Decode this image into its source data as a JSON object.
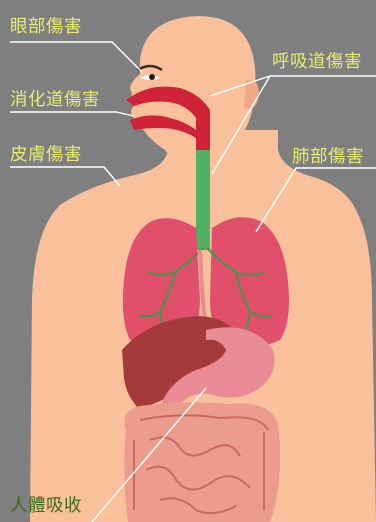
{
  "labels": {
    "eye": "眼部傷害",
    "digestive": "消化道傷害",
    "skin": "皮膚傷害",
    "respiratory": "呼吸道傷害",
    "lung": "肺部傷害",
    "absorption": "人體吸收"
  },
  "colors": {
    "background": "#807f7f",
    "skin": "#f9c09c",
    "label_text": "#e8ec6e",
    "absorb_text": "#3c6b1b",
    "airway": "#cf2338",
    "trachea": "#52b062",
    "lung": "#e0506b",
    "bronchi": "#3e9a4c",
    "liver": "#a53a3b",
    "stomach": "#e98b95",
    "intestine": "#ec9c8d",
    "leader_line": "#ffffff"
  }
}
